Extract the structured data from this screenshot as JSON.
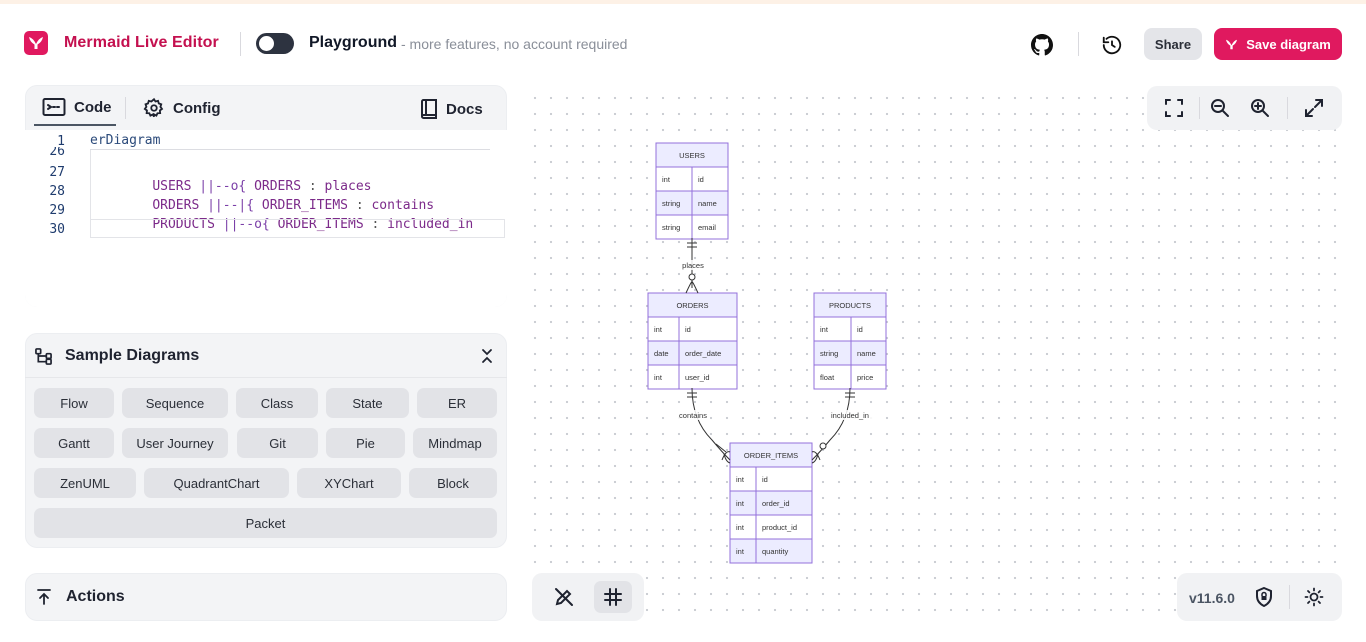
{
  "header": {
    "app_title": "Mermaid Live Editor",
    "playground_title": "Playground",
    "playground_subtitle": "- more features, no account required",
    "share_label": "Share",
    "save_label": "Save diagram",
    "accent_color": "#e0195f"
  },
  "editor": {
    "tabs": [
      {
        "label": "Code",
        "icon": "code-icon"
      },
      {
        "label": "Config",
        "icon": "gear-icon"
      },
      {
        "label": "Docs",
        "icon": "book-icon"
      }
    ],
    "line_numbers": [
      "1",
      "26",
      "27",
      "28",
      "29",
      "30"
    ],
    "first_line": "erDiagram",
    "lines": [
      {
        "a": "USERS",
        "rel": "||--o{",
        "b": "ORDERS",
        "sep": ":",
        "label": "places"
      },
      {
        "a": "ORDERS",
        "rel": "||--|{",
        "b": "ORDER_ITEMS",
        "sep": ":",
        "label": "contains"
      },
      {
        "a": "PRODUCTS",
        "rel": "||--o{",
        "b": "ORDER_ITEMS",
        "sep": ":",
        "label": "included_in"
      }
    ]
  },
  "samples": {
    "title": "Sample Diagrams",
    "items": [
      "Flow",
      "Sequence",
      "Class",
      "State",
      "ER",
      "Gantt",
      "User Journey",
      "Git",
      "Pie",
      "Mindmap",
      "ZenUML",
      "QuadrantChart",
      "XYChart",
      "Block",
      "Packet"
    ]
  },
  "actions": {
    "title": "Actions"
  },
  "diagram": {
    "entities": {
      "users": {
        "name": "USERS",
        "rows": [
          [
            "int",
            "id"
          ],
          [
            "string",
            "name"
          ],
          [
            "string",
            "email"
          ]
        ]
      },
      "orders": {
        "name": "ORDERS",
        "rows": [
          [
            "int",
            "id"
          ],
          [
            "date",
            "order_date"
          ],
          [
            "int",
            "user_id"
          ]
        ]
      },
      "products": {
        "name": "PRODUCTS",
        "rows": [
          [
            "int",
            "id"
          ],
          [
            "string",
            "name"
          ],
          [
            "float",
            "price"
          ]
        ]
      },
      "order_items": {
        "name": "ORDER_ITEMS",
        "rows": [
          [
            "int",
            "id"
          ],
          [
            "int",
            "order_id"
          ],
          [
            "int",
            "product_id"
          ],
          [
            "int",
            "quantity"
          ]
        ]
      }
    },
    "relations": {
      "places": "places",
      "contains": "contains",
      "included_in": "included_in"
    },
    "entity_border": "#9370db",
    "entity_fill": "#ececff"
  },
  "footer": {
    "version": "v11.6.0"
  }
}
